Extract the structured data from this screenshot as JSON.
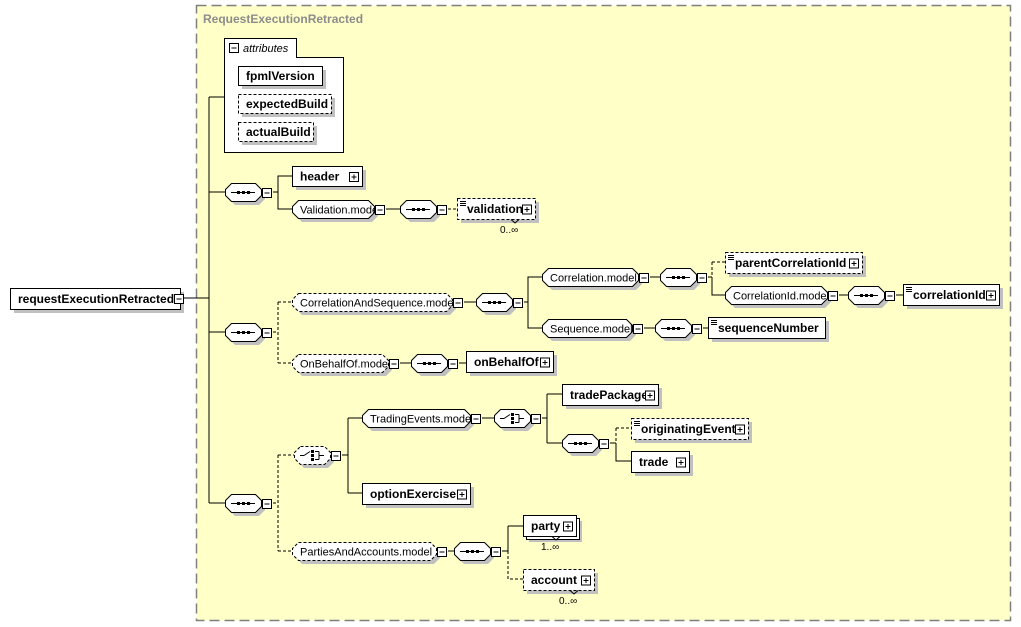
{
  "colors": {
    "group_fill": "#ffffc8",
    "group_border": "#808080",
    "group_title": "#8c8c8c",
    "node_fill": "#ffffff",
    "shadow": "#c0c0c0",
    "line": "#000000"
  },
  "root": {
    "label": "requestExecutionRetracted"
  },
  "group": {
    "title": "RequestExecutionRetracted"
  },
  "attributes": {
    "title": "attributes",
    "items": [
      {
        "label": "fpmlVersion",
        "optional": false
      },
      {
        "label": "expectedBuild",
        "optional": true
      },
      {
        "label": "actualBuild",
        "optional": true
      }
    ]
  },
  "seq1": {
    "compositor": "sequence",
    "children": {
      "header": {
        "label": "header"
      },
      "validation_model": {
        "label": "Validation.model"
      },
      "validation_seq": {
        "compositor": "sequence"
      },
      "validation": {
        "label": "validation",
        "occurs": "0..∞",
        "optional": true
      }
    }
  },
  "seq2": {
    "compositor": "sequence",
    "children": {
      "corr_seq_model": {
        "label": "CorrelationAndSequence.model",
        "optional": true
      },
      "corr_seq_seq": {
        "compositor": "sequence"
      },
      "correlation_model": {
        "label": "Correlation.model"
      },
      "correlation_seq": {
        "compositor": "sequence"
      },
      "parentCorrelationId": {
        "label": "parentCorrelationId",
        "optional": true
      },
      "correlationId_model": {
        "label": "CorrelationId.model"
      },
      "correlationId_seq": {
        "compositor": "sequence"
      },
      "correlationId": {
        "label": "correlationId"
      },
      "sequence_model": {
        "label": "Sequence.model"
      },
      "sequence_seq": {
        "compositor": "sequence"
      },
      "sequenceNumber": {
        "label": "sequenceNumber"
      },
      "onBehalfOf_model": {
        "label": "OnBehalfOf.model",
        "optional": true
      },
      "onBehalfOf_seq": {
        "compositor": "sequence"
      },
      "onBehalfOf": {
        "label": "onBehalfOf"
      }
    }
  },
  "seq3": {
    "compositor": "sequence",
    "children": {
      "choice1": {
        "compositor": "choice",
        "optional": true
      },
      "tradingEvents_model": {
        "label": "TradingEvents.model"
      },
      "tradingEvents_choice": {
        "compositor": "choice"
      },
      "tradePackage": {
        "label": "tradePackage"
      },
      "trade_seq": {
        "compositor": "sequence"
      },
      "originatingEvent": {
        "label": "originatingEvent",
        "optional": true
      },
      "trade": {
        "label": "trade"
      },
      "optionExercise": {
        "label": "optionExercise"
      },
      "parties_model": {
        "label": "PartiesAndAccounts.model",
        "optional": true
      },
      "parties_seq": {
        "compositor": "sequence"
      },
      "party": {
        "label": "party",
        "occurs": "1..∞"
      },
      "account": {
        "label": "account",
        "occurs": "0..∞",
        "optional": true
      }
    }
  }
}
